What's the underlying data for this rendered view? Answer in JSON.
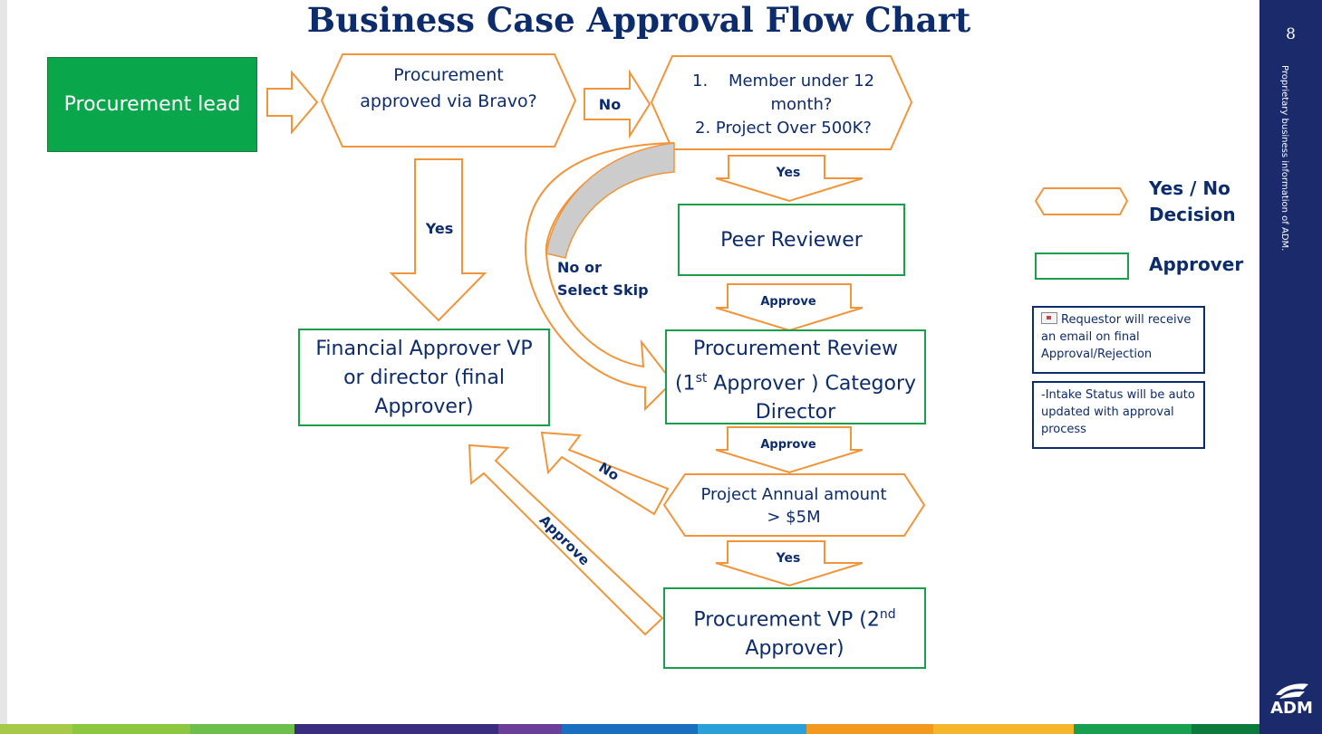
{
  "title": "Business Case Approval Flow Chart",
  "nodes": {
    "procurement_lead": "Procurement lead",
    "approved_via_bravo": "Procurement approved via Bravo?",
    "member_line1_num": "1.",
    "member_line1": "Member under 12",
    "member_line2": "month?",
    "member_line3": "2. Project Over 500K?",
    "peer_reviewer": "Peer Reviewer",
    "procurement_review_a": "Procurement Review",
    "procurement_review_b1": "(1",
    "procurement_review_sup": "st",
    "procurement_review_b2": " Approver ) Category",
    "procurement_review_c": "Director",
    "financial_approver": "Financial Approver VP or director (final Approver)",
    "annual_amount_1": "Project Annual amount",
    "annual_amount_2": "> $5M",
    "procurement_vp_1": "Procurement VP (2",
    "procurement_vp_sup": "nd",
    "procurement_vp_2": "Approver)"
  },
  "edges": {
    "no_1": "No",
    "yes_down": "Yes",
    "yes_peer": "Yes",
    "no_or": "No or",
    "select_skip": "Select Skip",
    "approve_1": "Approve",
    "approve_2": "Approve",
    "no_diag": "No",
    "approve_diag": "Approve",
    "yes_vp": "Yes"
  },
  "legend": {
    "decision_label": "Yes / No Decision",
    "approver_label": "Approver"
  },
  "notes": {
    "email_note": "Requestor will receive an email on final Approval/Rejection",
    "status_note": "-Intake Status will be auto updated with approval process"
  },
  "sidebar": {
    "page_number": "8",
    "confidential": "Proprietary business information of ADM.",
    "logo": "ADM"
  },
  "colors": {
    "navy": "#0d2c6c",
    "orange": "#f0953a",
    "green_box": "#0aa64c",
    "green_border": "#1a9e4a",
    "sidebar": "#1b2a6b"
  }
}
